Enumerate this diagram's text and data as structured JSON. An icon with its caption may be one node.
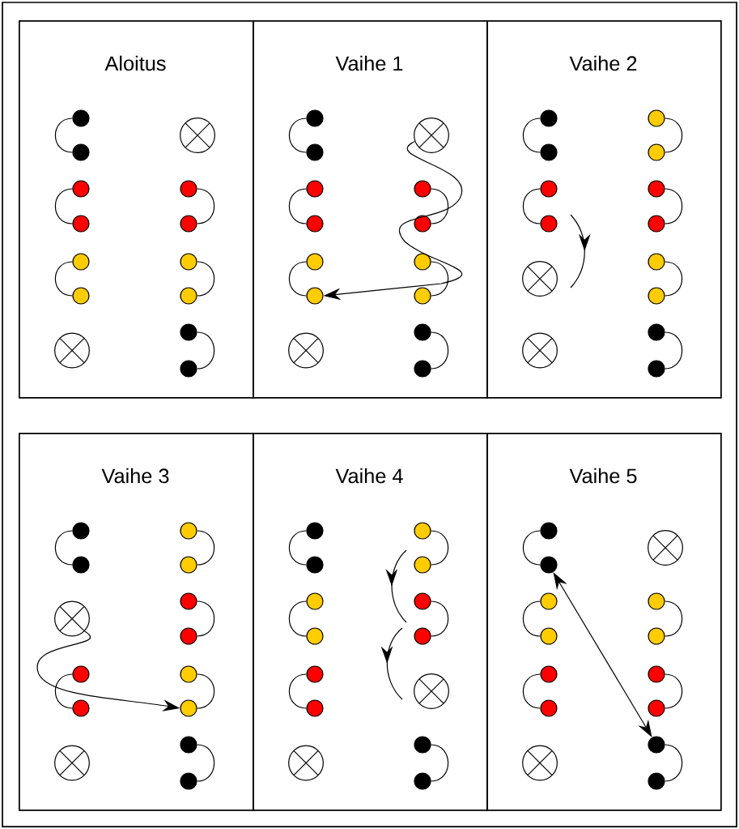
{
  "diagram": {
    "nodes": [
      {
        "text": [
          "Aloitus"
        ]
      },
      {
        "text": [
          "Vaihe 1"
        ]
      },
      {
        "text": [
          "Vaihe 2"
        ]
      },
      {
        "text": [
          "Vaihe 3"
        ]
      },
      {
        "text": [
          "Vaihe 4"
        ]
      },
      {
        "text": [
          "Vaihe 5"
        ]
      },
      {
        "text": [],
        "shape": "circle",
        "in": 0
      },
      {
        "text": [],
        "shape": "circle",
        "in": 0
      },
      {
        "text": [],
        "shape": "circle",
        "in": 0
      },
      {
        "text": [],
        "shape": "circle",
        "in": 0
      },
      {
        "text": [],
        "shape": "circle",
        "in": 0
      },
      {
        "text": [],
        "shape": "circle",
        "in": 0
      },
      {
        "text": [],
        "shape": "lamp",
        "in": 0
      },
      {
        "text": [],
        "shape": "lamp",
        "in": 0
      },
      {
        "text": [],
        "shape": "circle",
        "in": 0
      },
      {
        "text": [],
        "shape": "circle",
        "in": 0
      },
      {
        "text": [],
        "shape": "circle",
        "in": 0
      },
      {
        "text": [],
        "shape": "circle",
        "in": 0
      },
      {
        "text": [],
        "shape": "circle",
        "in": 0
      },
      {
        "text": [],
        "shape": "circle",
        "in": 0
      },
      {
        "text": [],
        "shape": "circle",
        "in": 1
      },
      {
        "text": [],
        "shape": "circle",
        "in": 1
      },
      {
        "text": [],
        "shape": "circle",
        "in": 1
      },
      {
        "text": [],
        "shape": "circle",
        "in": 1
      },
      {
        "text": [],
        "shape": "circle",
        "in": 1
      },
      {
        "text": [],
        "shape": "circle",
        "in": 1
      },
      {
        "text": [],
        "shape": "lamp",
        "in": 1
      },
      {
        "text": [],
        "shape": "lamp",
        "in": 1
      },
      {
        "text": [],
        "shape": "circle",
        "in": 1
      },
      {
        "text": [],
        "shape": "circle",
        "in": 1
      },
      {
        "text": [],
        "shape": "circle",
        "in": 1
      },
      {
        "text": [],
        "shape": "circle",
        "in": 1
      },
      {
        "text": [],
        "shape": "circle",
        "in": 1
      },
      {
        "text": [],
        "shape": "circle",
        "in": 1
      },
      {
        "text": [],
        "shape": "circle",
        "in": 2
      },
      {
        "text": [],
        "shape": "circle",
        "in": 2
      },
      {
        "text": [],
        "shape": "circle",
        "in": 2
      },
      {
        "text": [],
        "shape": "circle",
        "in": 2
      },
      {
        "text": [],
        "shape": "lamp",
        "in": 2
      },
      {
        "text": [],
        "shape": "lamp",
        "in": 2
      },
      {
        "text": [],
        "shape": "circle",
        "in": 2
      },
      {
        "text": [],
        "shape": "circle",
        "in": 2
      },
      {
        "text": [],
        "shape": "circle",
        "in": 2
      },
      {
        "text": [],
        "shape": "circle",
        "in": 2
      },
      {
        "text": [],
        "shape": "circle",
        "in": 2
      },
      {
        "text": [],
        "shape": "circle",
        "in": 2
      },
      {
        "text": [],
        "shape": "circle",
        "in": 2
      },
      {
        "text": [],
        "shape": "circle",
        "in": 2
      },
      {
        "text": [],
        "shape": "circle",
        "in": 3
      },
      {
        "text": [],
        "shape": "circle",
        "in": 3
      },
      {
        "text": [],
        "shape": "lamp",
        "in": 3
      },
      {
        "text": [],
        "shape": "circle",
        "in": 3
      },
      {
        "text": [],
        "shape": "circle",
        "in": 3
      },
      {
        "text": [],
        "shape": "lamp",
        "in": 3
      },
      {
        "text": [],
        "shape": "circle",
        "in": 3
      },
      {
        "text": [],
        "shape": "circle",
        "in": 3
      },
      {
        "text": [],
        "shape": "circle",
        "in": 3
      },
      {
        "text": [],
        "shape": "circle",
        "in": 3
      },
      {
        "text": [],
        "shape": "circle",
        "in": 3
      },
      {
        "text": [],
        "shape": "circle",
        "in": 3
      },
      {
        "text": [],
        "shape": "circle",
        "in": 3
      },
      {
        "text": [],
        "shape": "circle",
        "in": 3
      },
      {
        "text": [],
        "shape": "circle",
        "in": 4
      },
      {
        "text": [],
        "shape": "circle",
        "in": 4
      },
      {
        "text": [],
        "shape": "circle",
        "in": 4
      },
      {
        "text": [],
        "shape": "circle",
        "in": 4
      },
      {
        "text": [],
        "shape": "circle",
        "in": 4
      },
      {
        "text": [],
        "shape": "circle",
        "in": 4
      },
      {
        "text": [],
        "shape": "lamp",
        "in": 4
      },
      {
        "text": [],
        "shape": "circle",
        "in": 4
      },
      {
        "text": [],
        "shape": "circle",
        "in": 4
      },
      {
        "text": [],
        "shape": "circle",
        "in": 4
      },
      {
        "text": [],
        "shape": "circle",
        "in": 4
      },
      {
        "text": [],
        "shape": "lamp",
        "in": 4
      },
      {
        "text": [],
        "shape": "circle",
        "in": 4
      },
      {
        "text": [],
        "shape": "circle",
        "in": 4
      },
      {
        "text": [],
        "shape": "circle",
        "in": 5
      },
      {
        "text": [],
        "shape": "circle",
        "in": 5
      },
      {
        "text": [],
        "shape": "circle",
        "in": 5
      },
      {
        "text": [],
        "shape": "circle",
        "in": 5
      },
      {
        "text": [],
        "shape": "circle",
        "in": 5
      },
      {
        "text": [],
        "shape": "circle",
        "in": 5
      },
      {
        "text": [],
        "shape": "lamp",
        "in": 5
      },
      {
        "text": [],
        "shape": "lamp",
        "in": 5
      },
      {
        "text": [],
        "shape": "circle",
        "in": 5
      },
      {
        "text": [],
        "shape": "circle",
        "in": 5
      },
      {
        "text": [],
        "shape": "circle",
        "in": 5
      },
      {
        "text": [],
        "shape": "circle",
        "in": 5
      },
      {
        "text": [],
        "shape": "circle",
        "in": 5
      },
      {
        "text": [],
        "shape": "circle",
        "in": 5
      }
    ],
    "edges": [
      {
        "from": 6,
        "to": 7,
        "arrow": "none"
      },
      {
        "from": 8,
        "to": 9,
        "arrow": "none"
      },
      {
        "from": 10,
        "to": 11,
        "arrow": "none"
      },
      {
        "from": 14,
        "to": 15,
        "arrow": "none"
      },
      {
        "from": 16,
        "to": 17,
        "arrow": "none"
      },
      {
        "from": 18,
        "to": 19,
        "arrow": "none"
      },
      {
        "from": 20,
        "to": 21,
        "arrow": "none"
      },
      {
        "from": 22,
        "to": 23,
        "arrow": "none"
      },
      {
        "from": 24,
        "to": 25,
        "arrow": "none"
      },
      {
        "from": 28,
        "to": 29,
        "arrow": "none"
      },
      {
        "from": 30,
        "to": 31,
        "arrow": "none"
      },
      {
        "from": 32,
        "to": 33,
        "arrow": "none"
      },
      {
        "from": 34,
        "to": 35,
        "arrow": "none"
      },
      {
        "from": 36,
        "to": 37,
        "arrow": "none"
      },
      {
        "from": 40,
        "to": 41,
        "arrow": "none"
      },
      {
        "from": 42,
        "to": 43,
        "arrow": "none"
      },
      {
        "from": 44,
        "to": 45,
        "arrow": "none"
      },
      {
        "from": 46,
        "to": 47,
        "arrow": "none"
      },
      {
        "from": 48,
        "to": 49,
        "arrow": "none"
      },
      {
        "from": 51,
        "to": 52,
        "arrow": "none"
      },
      {
        "from": 54,
        "to": 55,
        "arrow": "none"
      },
      {
        "from": 56,
        "to": 57,
        "arrow": "none"
      },
      {
        "from": 58,
        "to": 59,
        "arrow": "none"
      },
      {
        "from": 60,
        "to": 61,
        "arrow": "none"
      },
      {
        "from": 62,
        "to": 63,
        "arrow": "none"
      },
      {
        "from": 64,
        "to": 65,
        "arrow": "none"
      },
      {
        "from": 66,
        "to": 67,
        "arrow": "none"
      },
      {
        "from": 69,
        "to": 70,
        "arrow": "none"
      },
      {
        "from": 71,
        "to": 72,
        "arrow": "none"
      },
      {
        "from": 74,
        "to": 75,
        "arrow": "none"
      },
      {
        "from": 76,
        "to": 77,
        "arrow": "none"
      },
      {
        "from": 78,
        "to": 79,
        "arrow": "none"
      },
      {
        "from": 80,
        "to": 81,
        "arrow": "none"
      },
      {
        "from": 84,
        "to": 85,
        "arrow": "none"
      },
      {
        "from": 86,
        "to": 87,
        "arrow": "none"
      },
      {
        "from": 88,
        "to": 89,
        "arrow": "none"
      },
      {
        "from": 27,
        "to": 25,
        "arrow": "to"
      },
      {
        "from": 50,
        "to": 59,
        "arrow": "to"
      },
      {
        "from": 77,
        "to": 88,
        "arrow": "both"
      }
    ]
  }
}
